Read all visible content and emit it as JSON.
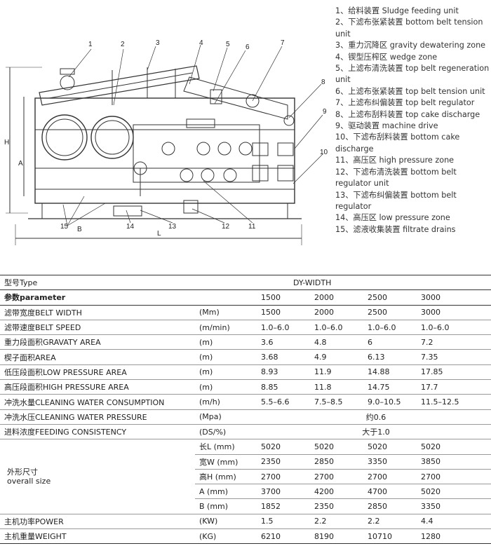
{
  "callouts": [
    "1",
    "2",
    "3",
    "4",
    "5",
    "6",
    "7",
    "8",
    "9",
    "10",
    "11",
    "12",
    "13",
    "14",
    "15"
  ],
  "dimension_labels": {
    "H": "H",
    "A": "A",
    "L": "L",
    "B": "B"
  },
  "legend": [
    "1、给料装置 Sludge feeding unit",
    "2、下滤布张紧装置 bottom belt tension unit",
    "3、重力沉降区 gravity dewatering zone",
    "4、锲型压榨区 wedge zone",
    "5、上滤布清洗装置 top belt regeneration unit",
    "6、上滤布张紧装置 top belt tension unit",
    "7、上滤布纠偏装置 top belt regulator",
    "8、上滤布刮料装置 top cake discharge",
    "9、驱动装置 machine drive",
    "10、下滤布刮料装置 bottom cake discharge",
    "11、高压区 high pressure zone",
    "12、下滤布清洗装置 bottom belt regulator unit",
    "13、下滤布纠偏装置 bottom belt regulator",
    "14、高压区 low pressure zone",
    "15、滤液收集装置 filtrate drains"
  ],
  "table": {
    "type_label": "型号Type",
    "type_value": "DY-WIDTH",
    "param_label": "参数parameter",
    "widths": [
      "1500",
      "2000",
      "2500",
      "3000"
    ],
    "rows": [
      {
        "name": "滤带宽度BELT WIDTH",
        "unit": "(Mm)",
        "values": [
          "1500",
          "2000",
          "2500",
          "3000"
        ]
      },
      {
        "name": "滤带速度BELT SPEED",
        "unit": "(m/min)",
        "values": [
          "1.0–6.0",
          "1.0–6.0",
          "1.0–6.0",
          "1.0–6.0"
        ]
      },
      {
        "name": "重力段面积GRAVATY AREA",
        "unit": "(m)",
        "values": [
          "3.6",
          "4.8",
          "6",
          "7.2"
        ]
      },
      {
        "name": "楔子面积AREA",
        "unit": "(m)",
        "values": [
          "3.68",
          "4.9",
          "6.13",
          "7.35"
        ]
      },
      {
        "name": "低压段面积LOW PRESSURE AREA",
        "unit": "(m)",
        "values": [
          "8.93",
          "11.9",
          "14.88",
          "17.85"
        ]
      },
      {
        "name": "高压段面积HIGH PRESSURE AREA",
        "unit": "(m)",
        "values": [
          "8.85",
          "11.8",
          "14.75",
          "17.7"
        ]
      },
      {
        "name": "冲洗水量CLEANING WATER CONSUMPTION",
        "unit": "(m/h)",
        "values": [
          "5.5–6.6",
          "7.5–8.5",
          "9.0–10.5",
          "11.5–12.5"
        ]
      }
    ],
    "pressure": {
      "name": "冲洗水压CLEANING WATER PRESSURE",
      "unit": "(Mpa)",
      "value": "约0.6"
    },
    "feeding": {
      "name": "进料浓度FEEDING CONSISTENCY",
      "unit": "(DS/%)",
      "value": "大于1.0"
    },
    "overall_label_cn": "外形尺寸",
    "overall_label_en": "overall size",
    "dims": [
      {
        "name": "长L  (mm)",
        "values": [
          "5020",
          "5020",
          "5020",
          "5020"
        ]
      },
      {
        "name": "宽W  (mm)",
        "values": [
          "2350",
          "2850",
          "3350",
          "3850"
        ]
      },
      {
        "name": "高H  (mm)",
        "values": [
          "2700",
          "2700",
          "2700",
          "2700"
        ]
      },
      {
        "name": "A   (mm)",
        "values": [
          "3700",
          "4200",
          "4700",
          "5020"
        ]
      },
      {
        "name": "B   (mm)",
        "values": [
          "1852",
          "2350",
          "2850",
          "3350"
        ]
      }
    ],
    "power": {
      "name": "主机功率POWER",
      "unit": "(KW)",
      "values": [
        "1.5",
        "2.2",
        "2.2",
        "4.4"
      ]
    },
    "weight": {
      "name": "主机重量WEIGHT",
      "unit": "(KG)",
      "values": [
        "6210",
        "8190",
        "10710",
        "1280"
      ]
    }
  }
}
